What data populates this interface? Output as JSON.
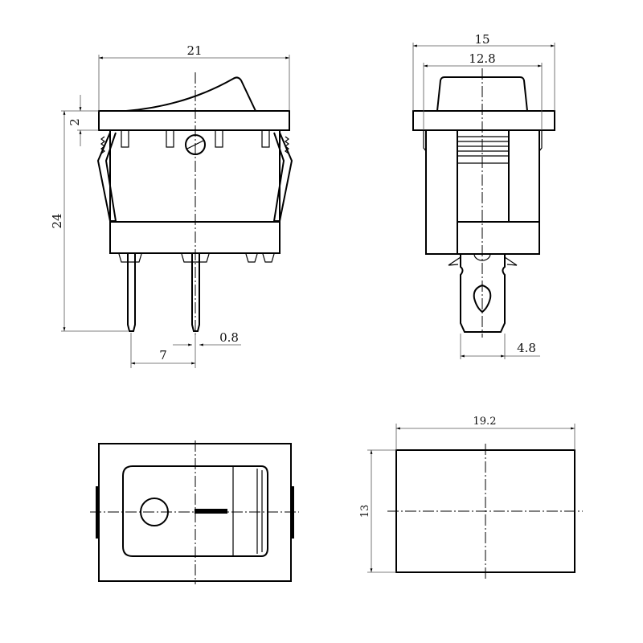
{
  "dimensions": {
    "front": {
      "width": "21",
      "flange_thickness": "2",
      "height": "24",
      "pin_thickness": "0.8",
      "pin_pitch": "7"
    },
    "side": {
      "flange_width": "15",
      "body_width": "12.8",
      "terminal_width": "4.8"
    },
    "cutout": {
      "width": "19.2",
      "height": "13"
    }
  },
  "colors": {
    "line": "#000000",
    "dimension": "#555555",
    "background": "#ffffff"
  }
}
